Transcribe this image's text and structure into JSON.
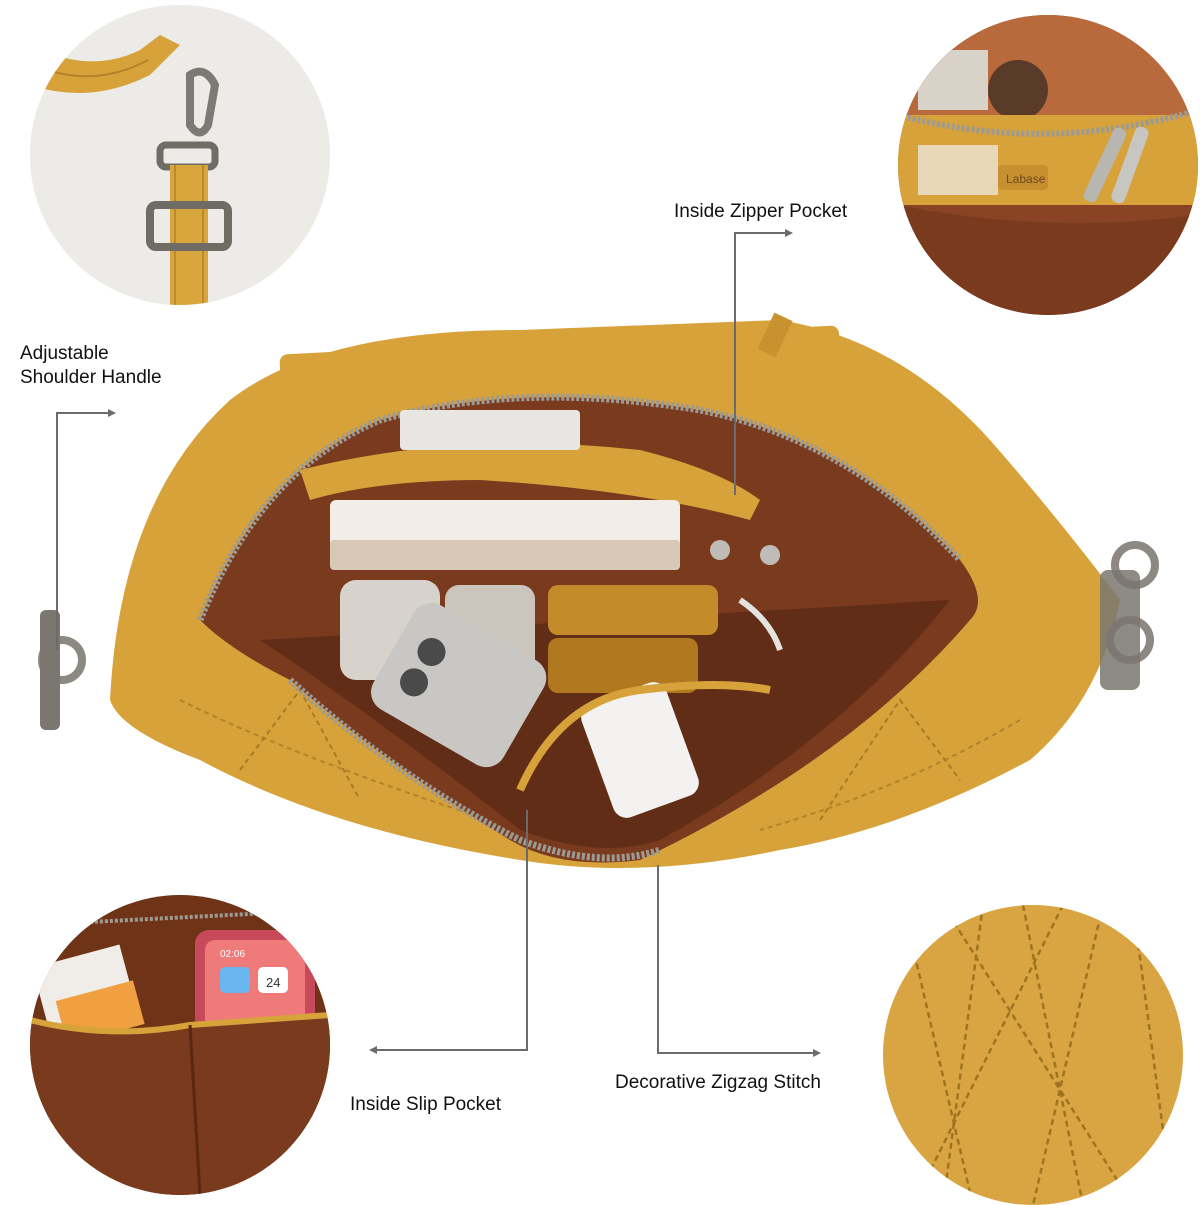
{
  "callouts": {
    "shoulder_handle": "Adjustable\nShoulder  Handle",
    "zipper_pocket": "Inside Zipper Pocket",
    "slip_pocket": "Inside Slip Pocket",
    "zigzag_stitch": "Decorative Zigzag Stitch"
  },
  "detail_texts": {
    "brand_tag": "Labase",
    "phone_time": "02:06",
    "phone_date": "24"
  },
  "colors": {
    "leather": "#D9A63E",
    "leather_dark": "#B8862A",
    "lining": "#7A3A1E",
    "lining_dark": "#4F2210",
    "leader_line": "#6B6B6B"
  }
}
